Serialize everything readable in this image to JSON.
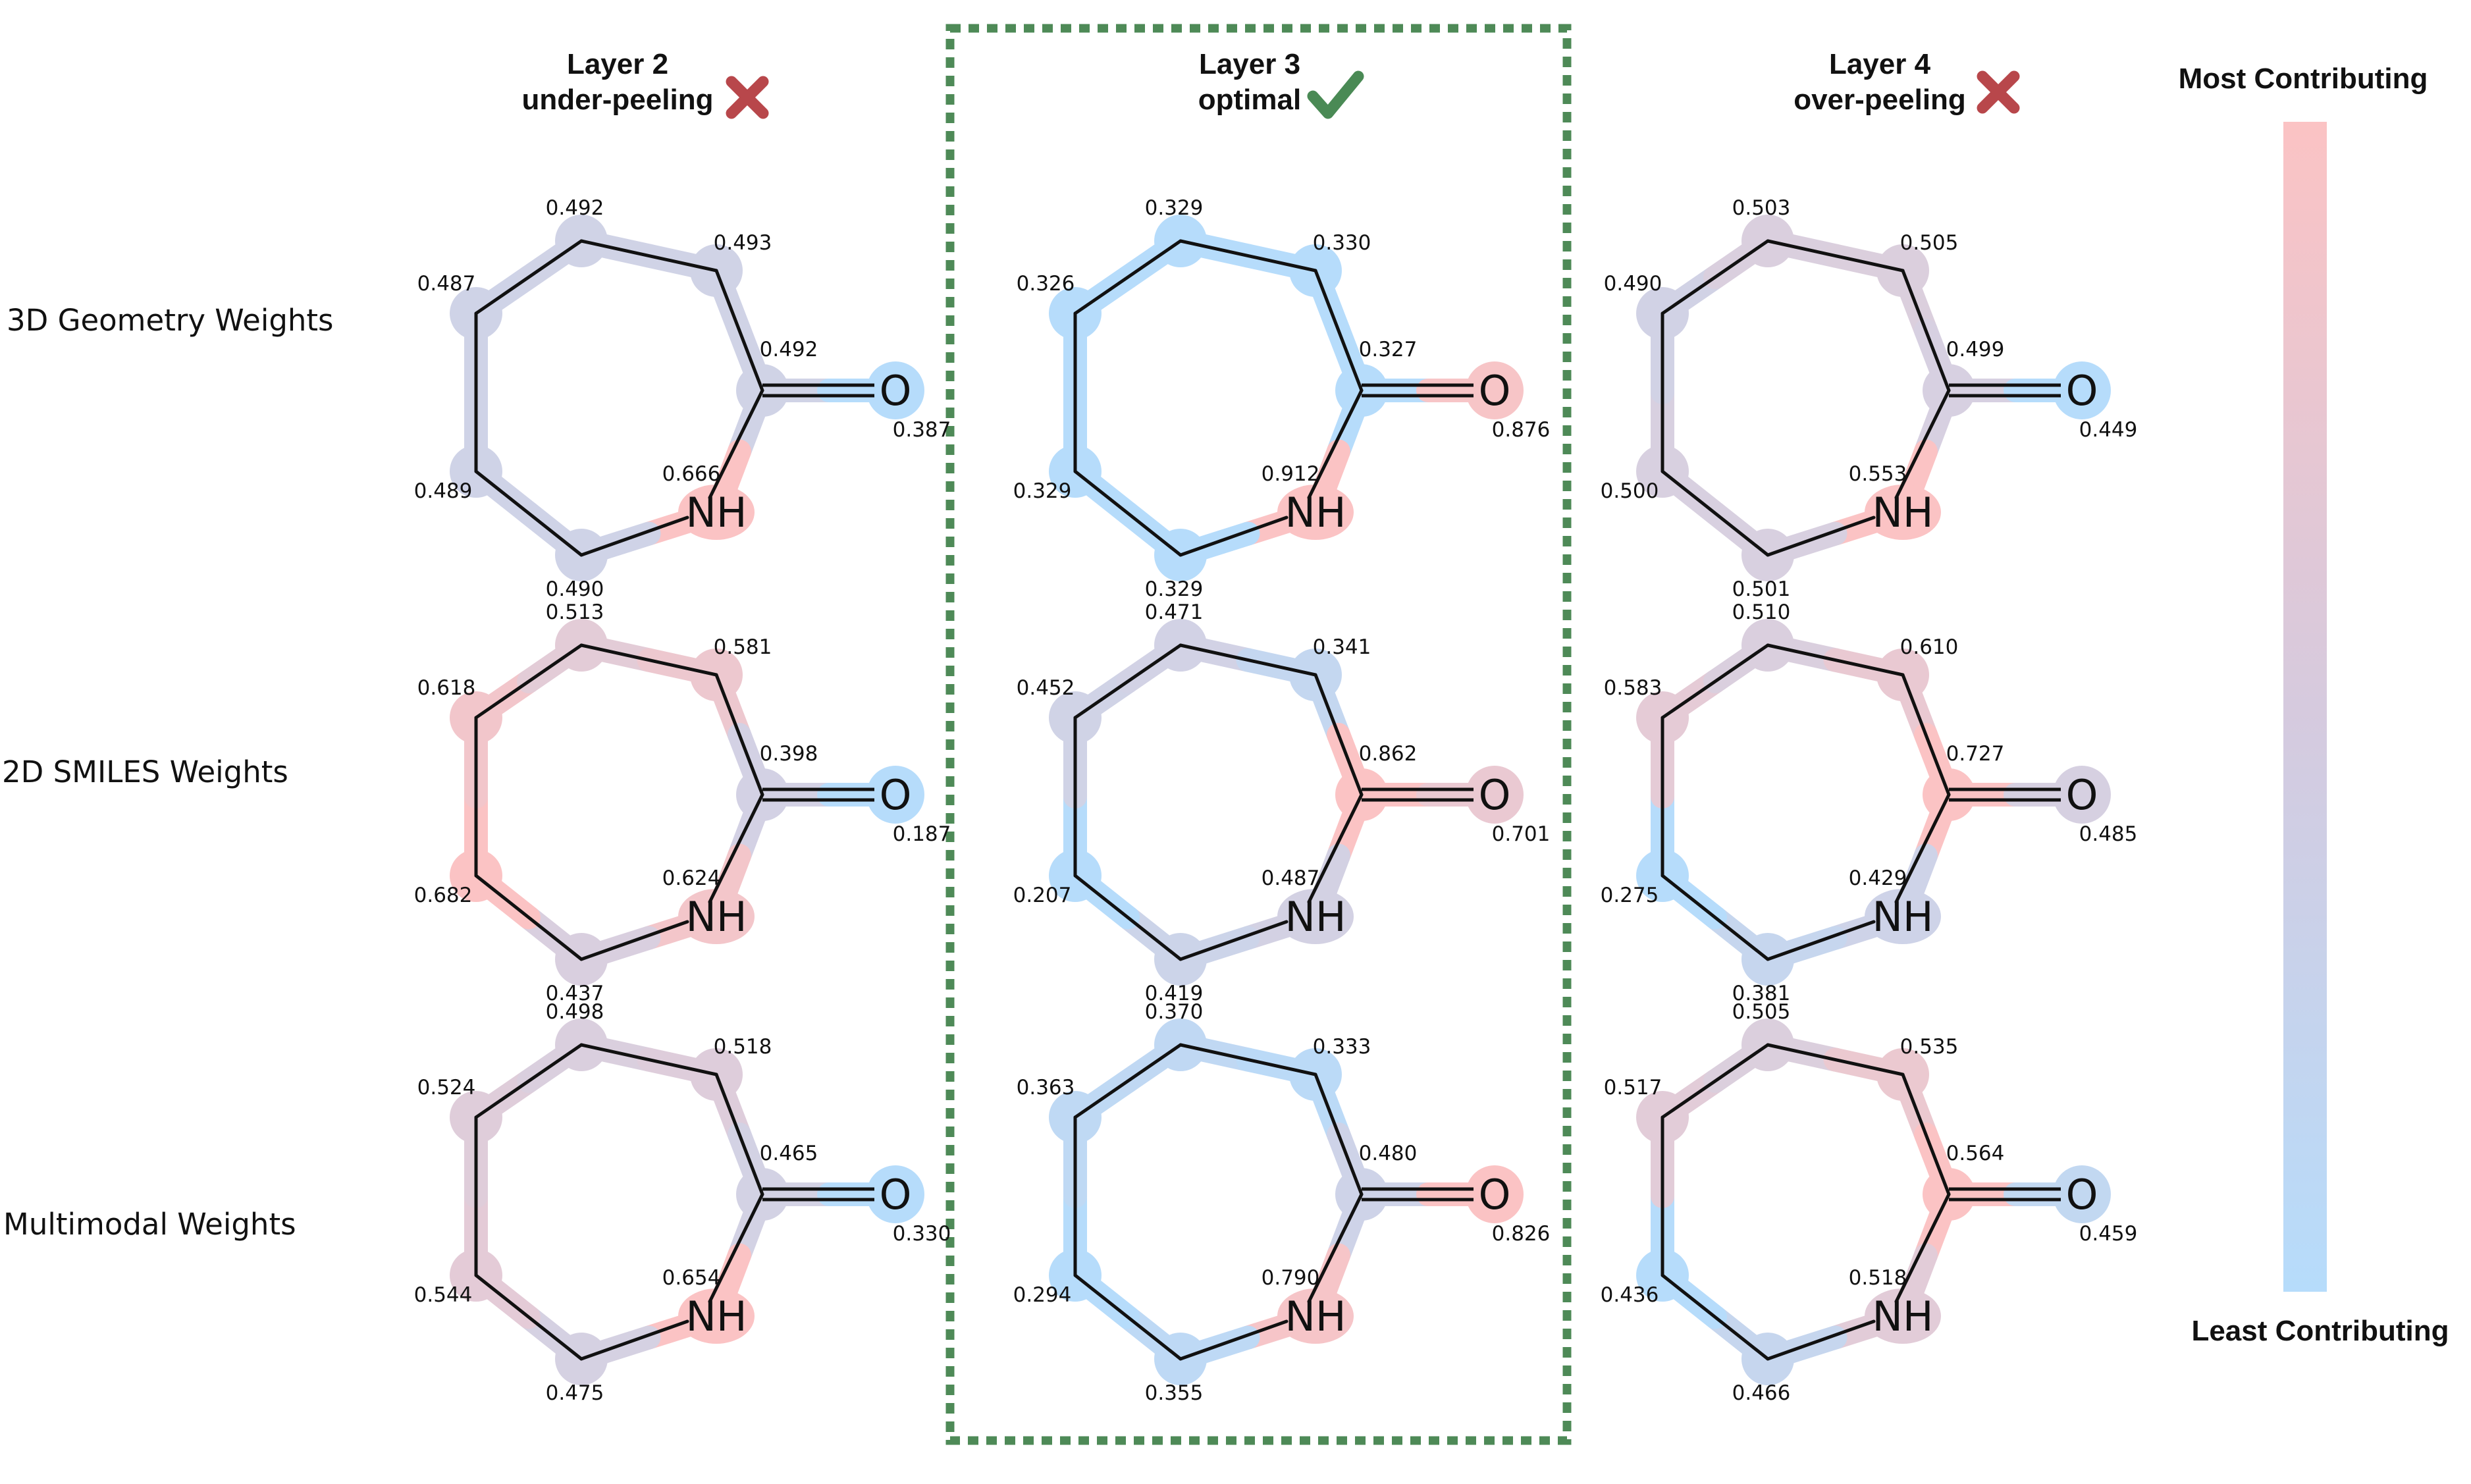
{
  "columns": [
    {
      "layer": "Layer 2",
      "status": "under-peeling",
      "verdict": "cross"
    },
    {
      "layer": "Layer 3",
      "status": "optimal",
      "verdict": "check"
    },
    {
      "layer": "Layer 4",
      "status": "over-peeling",
      "verdict": "cross"
    }
  ],
  "rows": [
    "3D Geometry Weights",
    "2D SMILES Weights",
    "Multimodal Weights"
  ],
  "atoms": {
    "oxygen": "O",
    "nitrogen": "NH"
  },
  "legend": {
    "top": "Most Contributing",
    "bottom": "Least Contributing",
    "color_high": "#fbc3c4",
    "color_low": "#b6dcfb"
  },
  "colors": {
    "check": "#4a8a55",
    "cross": "#b8474b",
    "frame": "#4e8a57"
  },
  "weight_order": [
    "c1",
    "c2",
    "c3",
    "carbonyl_c",
    "O",
    "NH",
    "c5",
    "c6"
  ],
  "weights": [
    [
      [
        "0.487",
        "0.492",
        "0.493",
        "0.492",
        "0.387",
        "0.666",
        "0.490",
        "0.489"
      ],
      [
        "0.618",
        "0.513",
        "0.581",
        "0.398",
        "0.187",
        "0.624",
        "0.437",
        "0.682"
      ],
      [
        "0.524",
        "0.498",
        "0.518",
        "0.465",
        "0.330",
        "0.654",
        "0.475",
        "0.544"
      ]
    ],
    [
      [
        "0.326",
        "0.329",
        "0.330",
        "0.327",
        "0.876",
        "0.912",
        "0.329",
        "0.329"
      ],
      [
        "0.452",
        "0.471",
        "0.341",
        "0.862",
        "0.701",
        "0.487",
        "0.419",
        "0.207"
      ],
      [
        "0.363",
        "0.370",
        "0.333",
        "0.480",
        "0.826",
        "0.790",
        "0.355",
        "0.294"
      ]
    ],
    [
      [
        "0.490",
        "0.503",
        "0.505",
        "0.499",
        "0.449",
        "0.553",
        "0.501",
        "0.500"
      ],
      [
        "0.583",
        "0.510",
        "0.610",
        "0.727",
        "0.485",
        "0.429",
        "0.381",
        "0.275"
      ],
      [
        "0.517",
        "0.505",
        "0.535",
        "0.564",
        "0.459",
        "0.518",
        "0.466",
        "0.436"
      ]
    ]
  ]
}
